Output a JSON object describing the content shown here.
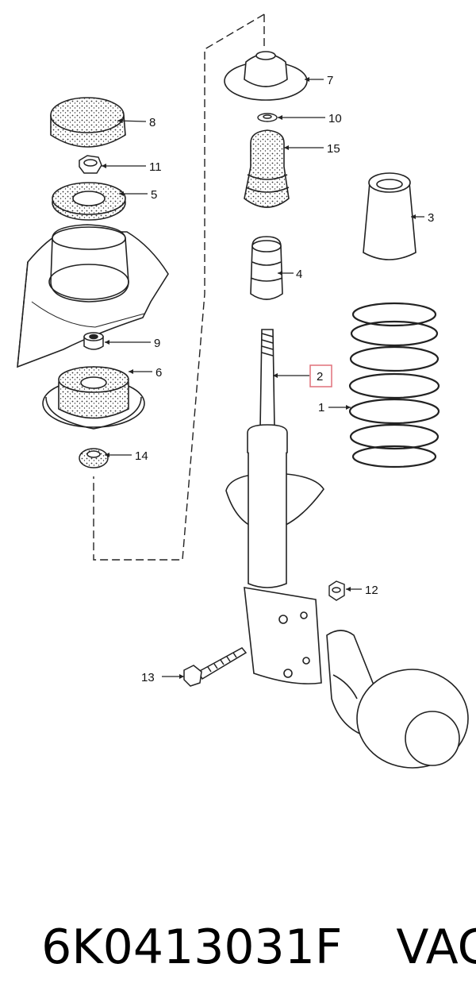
{
  "diagram": {
    "callouts": [
      {
        "id": "part-1",
        "label": "1"
      },
      {
        "id": "part-2",
        "label": "2",
        "highlighted": true
      },
      {
        "id": "part-3",
        "label": "3"
      },
      {
        "id": "part-4",
        "label": "4"
      },
      {
        "id": "part-5",
        "label": "5"
      },
      {
        "id": "part-6",
        "label": "6"
      },
      {
        "id": "part-7",
        "label": "7"
      },
      {
        "id": "part-8",
        "label": "8"
      },
      {
        "id": "part-9",
        "label": "9"
      },
      {
        "id": "part-10",
        "label": "10"
      },
      {
        "id": "part-11",
        "label": "11"
      },
      {
        "id": "part-12",
        "label": "12"
      },
      {
        "id": "part-13",
        "label": "13"
      },
      {
        "id": "part-14",
        "label": "14"
      },
      {
        "id": "part-15",
        "label": "15"
      }
    ],
    "highlight_color": "#e0707a"
  },
  "caption": {
    "part_number": "6K0413031F",
    "brand": "VAG"
  }
}
